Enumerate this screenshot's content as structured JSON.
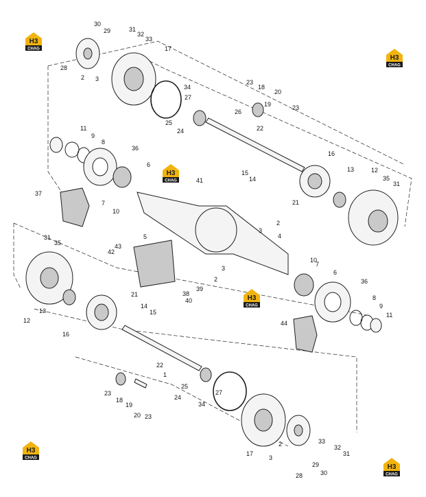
{
  "brand": {
    "logo_text_top": "H3",
    "logo_text_bottom": "CHAG",
    "colors": {
      "logo_yellow": "#f1b40e",
      "logo_black": "#1a1a1a",
      "line": "#1e1e1e",
      "part_fill": "#f4f4f4",
      "part_shade": "#c9c9c9"
    }
  },
  "callouts": [
    "30",
    "29",
    "31",
    "32",
    "33",
    "28",
    "2",
    "3",
    "17",
    "34",
    "27",
    "25",
    "24",
    "26",
    "23",
    "18",
    "20",
    "19",
    "22",
    "23",
    "11",
    "9",
    "8",
    "36",
    "6",
    "15",
    "14",
    "16",
    "13",
    "12",
    "35",
    "31",
    "21",
    "37",
    "7",
    "10",
    "41",
    "2",
    "3",
    "4",
    "5",
    "31",
    "35",
    "43",
    "42",
    "3",
    "2",
    "38",
    "39",
    "10",
    "7",
    "6",
    "36",
    "8",
    "9",
    "11",
    "12",
    "13",
    "40",
    "21",
    "14",
    "15",
    "16",
    "44",
    "22",
    "1",
    "25",
    "24",
    "27",
    "23",
    "18",
    "19",
    "20",
    "23",
    "34",
    "33",
    "32",
    "31",
    "17",
    "3",
    "2",
    "28",
    "29",
    "30"
  ]
}
